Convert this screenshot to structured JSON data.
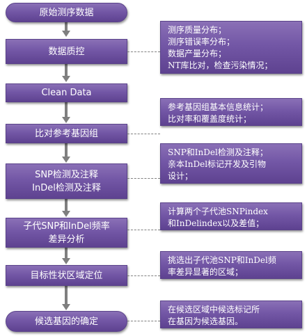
{
  "flow": {
    "steps": [
      [
        "原始测序数据"
      ],
      [
        "数据质控"
      ],
      [
        "Clean Data"
      ],
      [
        "比对参考基因组"
      ],
      [
        "SNP检测及注释",
        "InDel检测及注释"
      ],
      [
        "子代SNP和InDel频率",
        "差异分析"
      ],
      [
        "目标性状区域定位"
      ],
      [
        "候选基因的确定"
      ]
    ]
  },
  "notes": [
    [
      "测序质量分布；",
      "测序错误率分布；",
      "数据产量分布；",
      "NT库比对，检查污染情况；"
    ],
    [
      "参考基因组基本信息统计；",
      "比对率和覆盖度统计；"
    ],
    [
      "SNP和InDel检测及注释；",
      "亲本InDel标记开发及引物",
      "设计；"
    ],
    [
      "计算两个子代池SNPindex",
      "和InDelindex以及差值；"
    ],
    [
      "挑选出子代池SNP和InDel频",
      "率差异显著的区域；"
    ],
    [
      "在候选区域中候选标记所",
      "在基因为候选基因。"
    ]
  ]
}
